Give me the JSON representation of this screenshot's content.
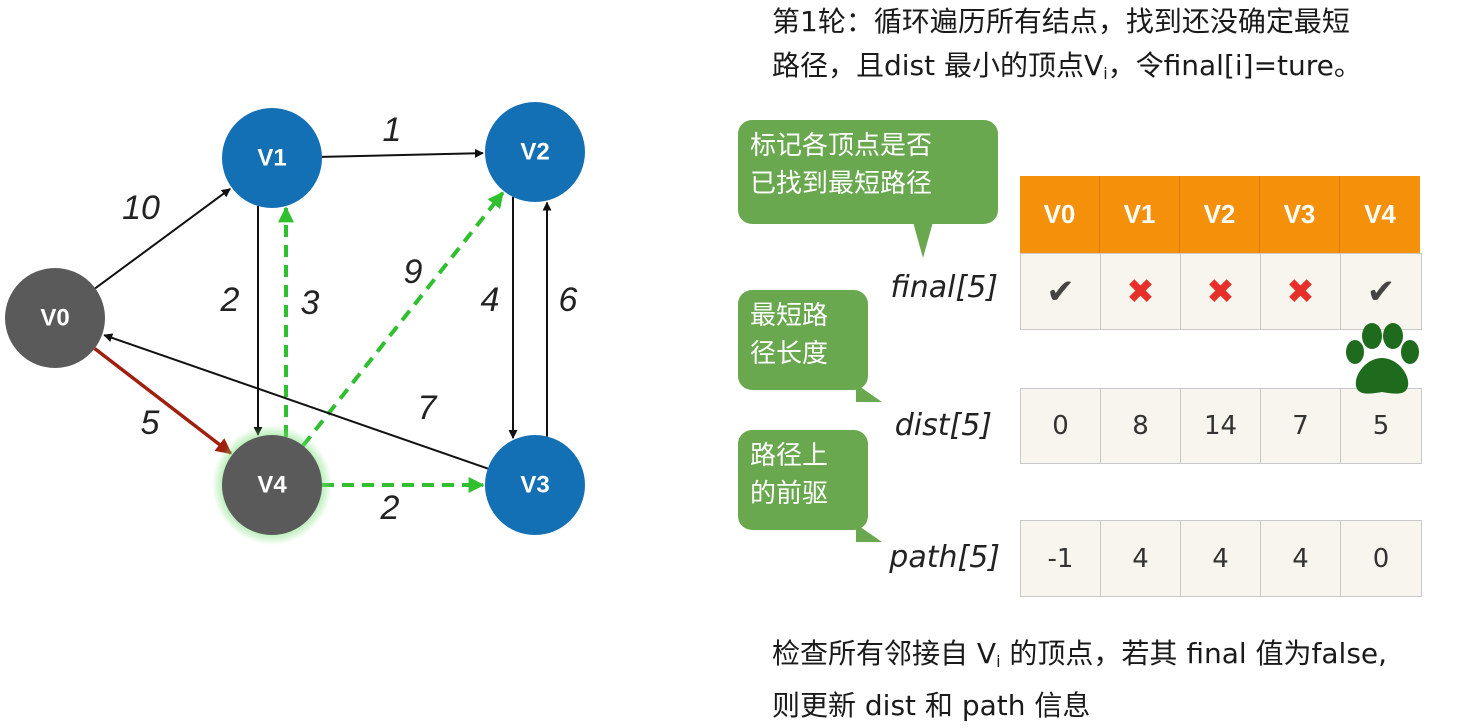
{
  "graph": {
    "nodes": [
      {
        "id": "V0",
        "label": "V0",
        "color": "#5a5a5a"
      },
      {
        "id": "V1",
        "label": "V1",
        "color": "#1470b4"
      },
      {
        "id": "V2",
        "label": "V2",
        "color": "#1470b4"
      },
      {
        "id": "V3",
        "label": "V3",
        "color": "#1470b4"
      },
      {
        "id": "V4",
        "label": "V4",
        "color": "#5a5a5a",
        "highlight": "#7be07a"
      }
    ],
    "edges": [
      {
        "from": "V0",
        "to": "V1",
        "weight": "10",
        "style": "solid",
        "color": "#111111"
      },
      {
        "from": "V1",
        "to": "V2",
        "weight": "1",
        "style": "solid",
        "color": "#111111"
      },
      {
        "from": "V1",
        "to": "V4",
        "weight": "2",
        "style": "solid",
        "color": "#111111"
      },
      {
        "from": "V4",
        "to": "V1",
        "weight": "3",
        "style": "dashed",
        "color": "#2fbf2f"
      },
      {
        "from": "V4",
        "to": "V2",
        "weight": "9",
        "style": "dashed",
        "color": "#2fbf2f"
      },
      {
        "from": "V2",
        "to": "V3",
        "weight": "4",
        "style": "solid",
        "color": "#111111"
      },
      {
        "from": "V3",
        "to": "V2",
        "weight": "6",
        "style": "solid",
        "color": "#111111"
      },
      {
        "from": "V3",
        "to": "V0",
        "weight": "7",
        "style": "solid",
        "color": "#111111"
      },
      {
        "from": "V0",
        "to": "V4",
        "weight": "5",
        "style": "solid",
        "color": "#a0200f"
      },
      {
        "from": "V4",
        "to": "V3",
        "weight": "2",
        "style": "dashed",
        "color": "#2fbf2f"
      }
    ]
  },
  "header_text": {
    "line1": "第1轮：循环遍历所有结点，找到还没确定最短",
    "line2_prefix": "路径，且dist 最小的顶点V",
    "line2_sub": "i",
    "line2_suffix": "，令final[i]=ture。"
  },
  "bubbles": {
    "final": {
      "line1": "标记各顶点是否",
      "line2": "已找到最短路径"
    },
    "dist": {
      "line1": "最短路",
      "line2": "径长度"
    },
    "path": {
      "line1": "路径上",
      "line2": "的前驱"
    }
  },
  "table": {
    "headers": [
      "V0",
      "V1",
      "V2",
      "V3",
      "V4"
    ],
    "final_label": "final[5]",
    "final_values": [
      "✔",
      "✖",
      "✖",
      "✖",
      "✔"
    ],
    "final_states": [
      "yes",
      "no",
      "no",
      "no",
      "yes"
    ],
    "dist_label": "dist[5]",
    "dist_values": [
      "0",
      "8",
      "14",
      "7",
      "5"
    ],
    "path_label": "path[5]",
    "path_values": [
      "-1",
      "4",
      "4",
      "4",
      "0"
    ]
  },
  "icons": {
    "paw": "paw-icon",
    "paw_color": "#1e6b1e"
  },
  "footer_text": {
    "line1_prefix": "检查所有邻接自 V",
    "line1_sub": "i",
    "line1_suffix": " 的顶点，若其 final 值为false,",
    "line2": "则更新 dist 和 path 信息"
  }
}
